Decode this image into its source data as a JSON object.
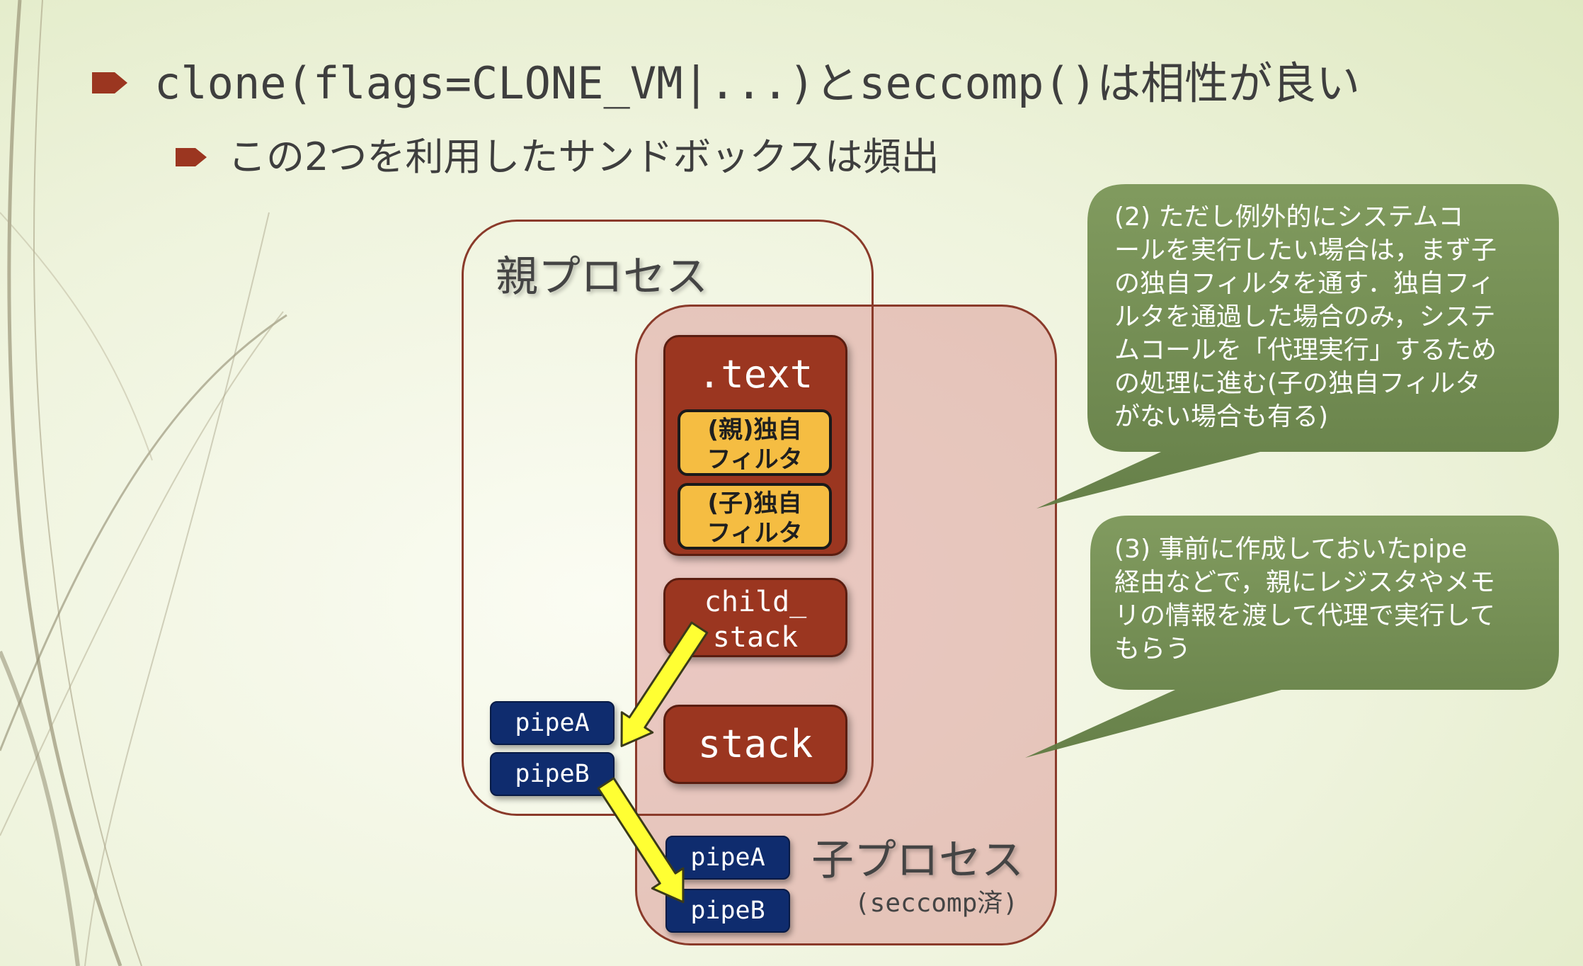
{
  "bullets": {
    "main_code": "clone(flags=CLONE_VM|...)",
    "main_connector": "と",
    "main_code2": "seccomp()",
    "main_suffix": "は相性が良い",
    "sub": "この2つを利用したサンドボックスは頻出"
  },
  "diagram": {
    "parent_title": "親プロセス",
    "child_title": "子プロセス",
    "child_subtitle": "(seccomp済)",
    "segments": {
      "text": ".text",
      "parent_filter_l1": "(親)独自",
      "parent_filter_l2": "フィルタ",
      "child_filter_l1": "(子)独自",
      "child_filter_l2": "フィルタ",
      "child_stack_l1": "child_",
      "child_stack_l2": "stack",
      "stack": "stack"
    },
    "pipes": {
      "parent_a": "pipeA",
      "parent_b": "pipeB",
      "child_a": "pipeA",
      "child_b": "pipeB"
    }
  },
  "callouts": [
    {
      "lines": [
        "(2) ただし例外的にシステムコ",
        "ールを実行したい場合は，まず子",
        "の独自フィルタを通す．独自フィ",
        "ルタを通過した場合のみ，システ",
        "ムコールを「代理実行」するため",
        "の処理に進む(子の独自フィルタ",
        "がない場合も有る)"
      ]
    },
    {
      "lines": [
        "(3) 事前に作成しておいたpipe",
        "経由などで，親にレジスタやメモ",
        "リの情報を渡して代理で実行して",
        "もらう"
      ]
    }
  ],
  "colors": {
    "segment": "#9b3620",
    "filter": "#f5bd42",
    "pipe": "#0f2c6e",
    "callout": "#6f8a4e",
    "arrow": "#ffff33"
  }
}
